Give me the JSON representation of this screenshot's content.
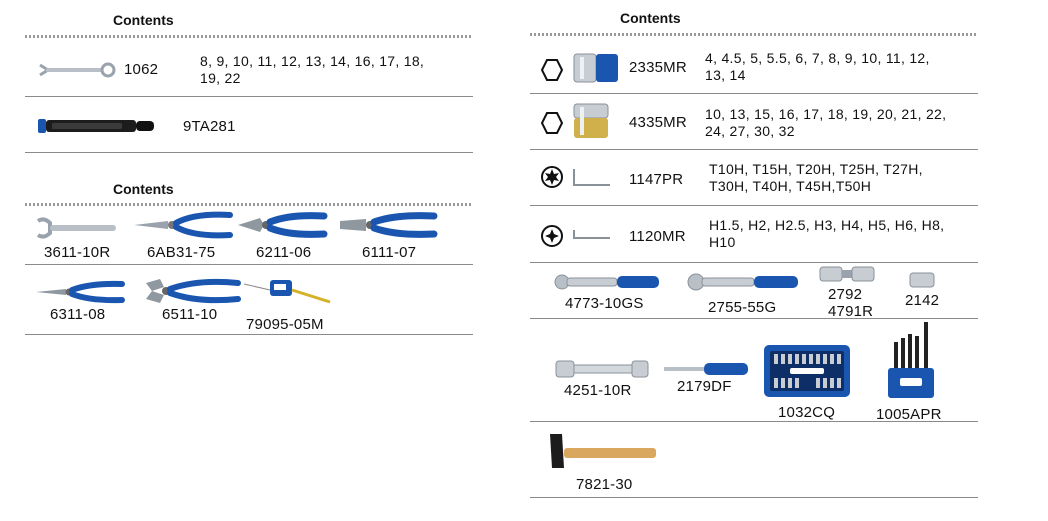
{
  "left": {
    "contents_title_1": "Contents",
    "row1": {
      "code": "1062",
      "sizes_line1": "8, 9, 10, 11, 12, 13, 14, 16, 17, 18,",
      "sizes_line2": "19, 22",
      "icon": "combination-wrench-icon"
    },
    "row2": {
      "code": "9TA281",
      "icon": "torch-icon"
    },
    "contents_title_2": "Contents",
    "grid_row1": [
      {
        "code": "3611-10R",
        "icon": "adjustable-wrench-icon"
      },
      {
        "code": "6AB31-75",
        "icon": "cable-stripper-icon"
      },
      {
        "code": "6211-06",
        "icon": "diagonal-cutter-icon"
      },
      {
        "code": "6111-07",
        "icon": "combination-pliers-icon"
      }
    ],
    "grid_row2": [
      {
        "code": "6311-08",
        "icon": "long-nose-pliers-icon"
      },
      {
        "code": "6511-10",
        "icon": "water-pump-pliers-icon"
      },
      {
        "code": "79095-05M",
        "icon": "tape-measure-icon"
      }
    ]
  },
  "right": {
    "contents_title": "Contents",
    "rows": [
      {
        "code": "2335MR",
        "sizes_line1": "4, 4.5, 5, 5.5, 6, 7, 8, 9, 10, 11, 12,",
        "sizes_line2": "13, 14",
        "icon": "hex-6-point-icon"
      },
      {
        "code": "4335MR",
        "sizes_line1": "10, 13, 15, 16, 17, 18, 19, 20, 21, 22,",
        "sizes_line2": "24, 27, 30, 32",
        "icon": "hex-12-point-icon"
      },
      {
        "code": "1147PR",
        "sizes_line1": "T10H, T15H, T20H, T25H, T27H,",
        "sizes_line2": "T30H, T40H, T45H,T50H",
        "icon": "torx-icon"
      },
      {
        "code": "1120MR",
        "sizes_line1": "H1.5, H2, H2.5, H3, H4, H5, H6, H8,",
        "sizes_line2": "H10",
        "icon": "hex-key-icon"
      }
    ],
    "tools_row1": [
      {
        "code": "4773-10GS",
        "icon": "ratchet-icon"
      },
      {
        "code": "2755-55G",
        "icon": "ratchet-icon"
      },
      {
        "code": "2792",
        "code2": "4791R",
        "icon": "universal-joint-icon"
      },
      {
        "code": "2142",
        "icon": "adapter-icon"
      }
    ],
    "tools_row2": [
      {
        "code": "4251-10R",
        "icon": "extension-bar-icon"
      },
      {
        "code": "2179DF",
        "icon": "spinner-handle-icon"
      },
      {
        "code": "1032CQ",
        "icon": "bit-set-box-icon"
      },
      {
        "code": "1005APR",
        "icon": "punch-set-icon"
      }
    ],
    "tools_row3": [
      {
        "code": "7821-30",
        "icon": "hammer-icon"
      }
    ]
  }
}
